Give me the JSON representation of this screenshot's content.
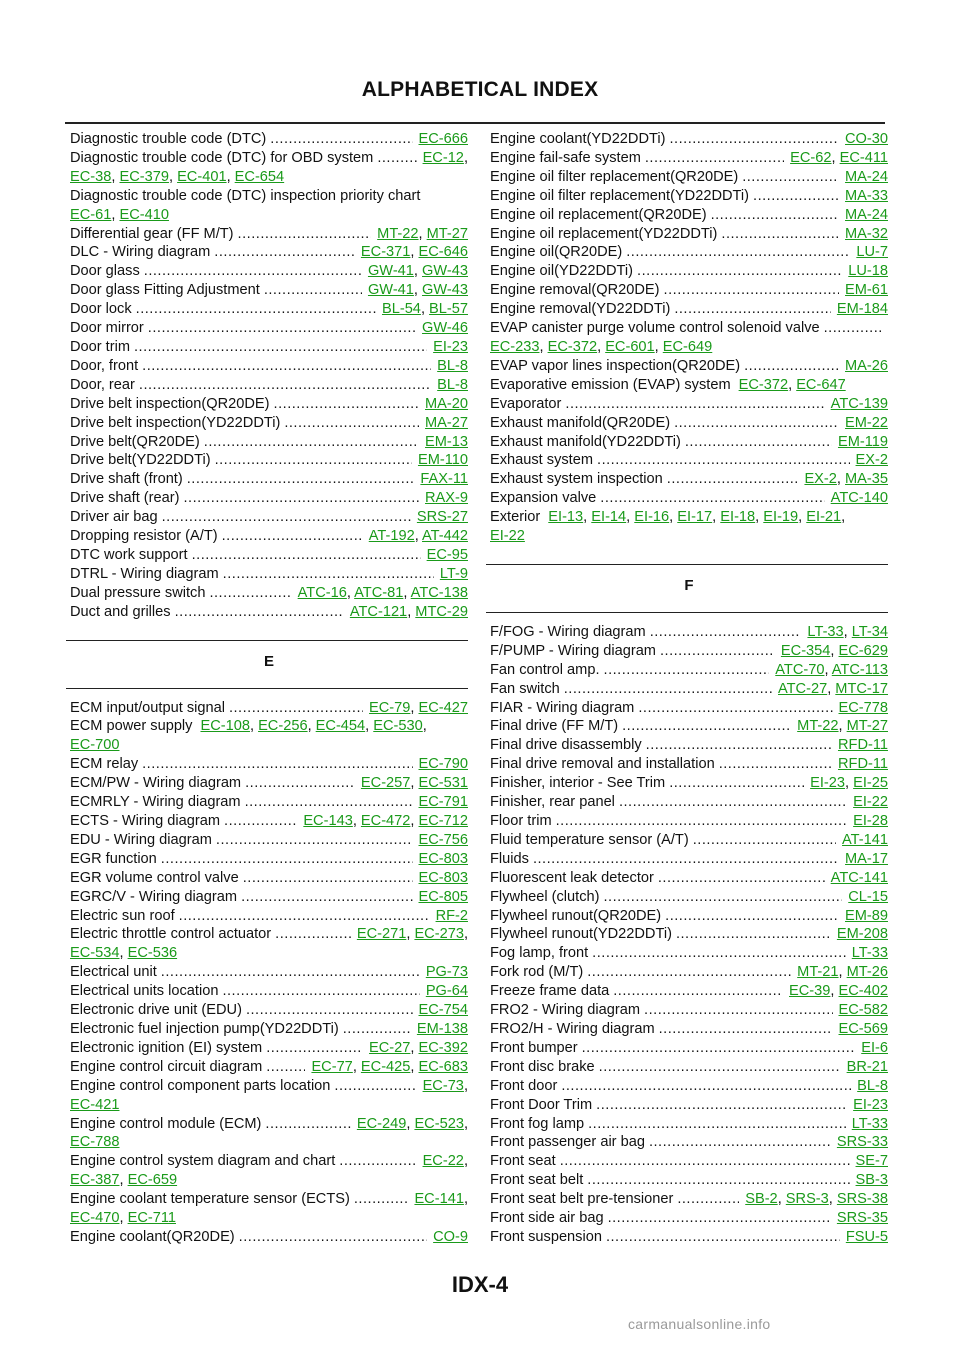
{
  "title": "ALPHABETICAL INDEX",
  "page_number": "IDX-4",
  "watermark": "carmanualsonline.info",
  "colors": {
    "link": "#1a9a1a",
    "text": "#111111"
  },
  "left_column": [
    {
      "term": "Diagnostic trouble code (DTC)",
      "refs": [
        "EC-666"
      ]
    },
    {
      "term": "Diagnostic trouble code (DTC) for OBD system",
      "refs": [
        "EC-12"
      ],
      "cont": [
        "EC-38",
        "EC-379",
        "EC-401",
        "EC-654"
      ]
    },
    {
      "term": "Diagnostic trouble code (DTC) inspection priority chart",
      "refs": [],
      "nodots": true,
      "cont": [
        "EC-61",
        "EC-410"
      ]
    },
    {
      "term": "Differential gear (FF M/T)",
      "refs": [
        "MT-22",
        "MT-27"
      ]
    },
    {
      "term": "DLC - Wiring diagram",
      "refs": [
        "EC-371",
        "EC-646"
      ]
    },
    {
      "term": "Door glass",
      "refs": [
        "GW-41",
        "GW-43"
      ]
    },
    {
      "term": "Door glass Fitting Adjustment",
      "refs": [
        "GW-41",
        "GW-43"
      ]
    },
    {
      "term": "Door lock",
      "refs": [
        "BL-54",
        "BL-57"
      ]
    },
    {
      "term": "Door mirror",
      "refs": [
        "GW-46"
      ]
    },
    {
      "term": "Door trim",
      "refs": [
        "EI-23"
      ]
    },
    {
      "term": "Door, front",
      "refs": [
        "BL-8"
      ]
    },
    {
      "term": "Door, rear",
      "refs": [
        "BL-8"
      ]
    },
    {
      "term": "Drive belt inspection(QR20DE)",
      "refs": [
        "MA-20"
      ]
    },
    {
      "term": "Drive belt inspection(YD22DDTi)",
      "refs": [
        "MA-27"
      ]
    },
    {
      "term": "Drive belt(QR20DE)",
      "refs": [
        "EM-13"
      ]
    },
    {
      "term": "Drive belt(YD22DDTi)",
      "refs": [
        "EM-110"
      ]
    },
    {
      "term": "Drive shaft (front)",
      "refs": [
        "FAX-11"
      ]
    },
    {
      "term": "Drive shaft (rear)",
      "refs": [
        "RAX-9"
      ]
    },
    {
      "term": "Driver air bag",
      "refs": [
        "SRS-27"
      ]
    },
    {
      "term": "Dropping resistor (A/T)",
      "refs": [
        "AT-192",
        "AT-442"
      ]
    },
    {
      "term": "DTC work support",
      "refs": [
        "EC-95"
      ]
    },
    {
      "term": "DTRL - Wiring diagram",
      "refs": [
        "LT-9"
      ]
    },
    {
      "term": "Dual pressure switch",
      "refs": [
        "ATC-16",
        "ATC-81",
        "ATC-138"
      ]
    },
    {
      "term": "Duct and grilles",
      "refs": [
        "ATC-121",
        "MTC-29"
      ]
    },
    {
      "section": "E"
    },
    {
      "term": "ECM input/output signal",
      "refs": [
        "EC-79",
        "EC-427"
      ]
    },
    {
      "term": "ECM power supply",
      "refs": [
        "EC-108",
        "EC-256",
        "EC-454",
        "EC-530"
      ],
      "nodots": true,
      "cont": [
        "EC-700"
      ]
    },
    {
      "term": "ECM relay",
      "refs": [
        "EC-790"
      ]
    },
    {
      "term": "ECM/PW - Wiring diagram",
      "refs": [
        "EC-257",
        "EC-531"
      ]
    },
    {
      "term": "ECMRLY - Wiring diagram",
      "refs": [
        "EC-791"
      ]
    },
    {
      "term": "ECTS - Wiring diagram",
      "refs": [
        "EC-143",
        "EC-472",
        "EC-712"
      ]
    },
    {
      "term": "EDU - Wiring diagram",
      "refs": [
        "EC-756"
      ]
    },
    {
      "term": "EGR function",
      "refs": [
        "EC-803"
      ]
    },
    {
      "term": "EGR volume control valve",
      "refs": [
        "EC-803"
      ]
    },
    {
      "term": "EGRC/V - Wiring diagram",
      "refs": [
        "EC-805"
      ]
    },
    {
      "term": "Electric sun roof",
      "refs": [
        "RF-2"
      ]
    },
    {
      "term": "Electric throttle control actuator",
      "refs": [
        "EC-271",
        "EC-273"
      ],
      "cont": [
        "EC-534",
        "EC-536"
      ]
    },
    {
      "term": "Electrical unit",
      "refs": [
        "PG-73"
      ]
    },
    {
      "term": "Electrical units location",
      "refs": [
        "PG-64"
      ]
    },
    {
      "term": "Electronic drive unit (EDU)",
      "refs": [
        "EC-754"
      ]
    },
    {
      "term": "Electronic fuel injection pump(YD22DDTi)",
      "refs": [
        "EM-138"
      ]
    },
    {
      "term": "Electronic ignition (EI) system",
      "refs": [
        "EC-27",
        "EC-392"
      ]
    },
    {
      "term": "Engine control circuit diagram",
      "refs": [
        "EC-77",
        "EC-425",
        "EC-683"
      ]
    },
    {
      "term": "Engine control component parts location",
      "refs": [
        "EC-73"
      ],
      "cont": [
        "EC-421"
      ]
    },
    {
      "term": "Engine control module (ECM)",
      "refs": [
        "EC-249",
        "EC-523"
      ],
      "cont": [
        "EC-788"
      ]
    },
    {
      "term": "Engine control system diagram and chart",
      "refs": [
        "EC-22"
      ],
      "cont": [
        "EC-387",
        "EC-659"
      ]
    },
    {
      "term": "Engine coolant temperature sensor (ECTS)",
      "refs": [
        "EC-141"
      ],
      "cont": [
        "EC-470",
        "EC-711"
      ]
    },
    {
      "term": "Engine coolant(QR20DE)",
      "refs": [
        "CO-9"
      ]
    }
  ],
  "right_column": [
    {
      "term": "Engine coolant(YD22DDTi)",
      "refs": [
        "CO-30"
      ]
    },
    {
      "term": "Engine fail-safe system",
      "refs": [
        "EC-62",
        "EC-411"
      ]
    },
    {
      "term": "Engine oil filter replacement(QR20DE)",
      "refs": [
        "MA-24"
      ]
    },
    {
      "term": "Engine oil filter replacement(YD22DDTi)",
      "refs": [
        "MA-33"
      ]
    },
    {
      "term": "Engine oil replacement(QR20DE)",
      "refs": [
        "MA-24"
      ]
    },
    {
      "term": "Engine oil replacement(YD22DDTi)",
      "refs": [
        "MA-32"
      ]
    },
    {
      "term": "Engine oil(QR20DE)",
      "refs": [
        "LU-7"
      ]
    },
    {
      "term": "Engine oil(YD22DDTi)",
      "refs": [
        "LU-18"
      ]
    },
    {
      "term": "Engine removal(QR20DE)",
      "refs": [
        "EM-61"
      ]
    },
    {
      "term": "Engine removal(YD22DDTi)",
      "refs": [
        "EM-184"
      ]
    },
    {
      "term": "EVAP canister purge volume control solenoid valve",
      "refs": [],
      "cont": [
        "EC-233",
        "EC-372",
        "EC-601",
        "EC-649"
      ]
    },
    {
      "term": "EVAP vapor lines inspection(QR20DE)",
      "refs": [
        "MA-26"
      ]
    },
    {
      "term": "Evaporative emission (EVAP) system",
      "refs": [
        "EC-372",
        "EC-647"
      ],
      "nodots": true
    },
    {
      "term": "Evaporator",
      "refs": [
        "ATC-139"
      ]
    },
    {
      "term": "Exhaust manifold(QR20DE)",
      "refs": [
        "EM-22"
      ]
    },
    {
      "term": "Exhaust manifold(YD22DDTi)",
      "refs": [
        "EM-119"
      ]
    },
    {
      "term": "Exhaust system",
      "refs": [
        "EX-2"
      ]
    },
    {
      "term": "Exhaust system inspection",
      "refs": [
        "EX-2",
        "MA-35"
      ]
    },
    {
      "term": "Expansion valve",
      "refs": [
        "ATC-140"
      ]
    },
    {
      "term": "Exterior",
      "refs": [
        "EI-13",
        "EI-14",
        "EI-16",
        "EI-17",
        "EI-18",
        "EI-19",
        "EI-21"
      ],
      "nodots": true,
      "trail": ",",
      "cont": [
        "EI-22"
      ]
    },
    {
      "section": "F"
    },
    {
      "term": "F/FOG - Wiring diagram",
      "refs": [
        "LT-33",
        "LT-34"
      ]
    },
    {
      "term": "F/PUMP - Wiring diagram",
      "refs": [
        "EC-354",
        "EC-629"
      ]
    },
    {
      "term": "Fan control amp.",
      "refs": [
        "ATC-70",
        "ATC-113"
      ]
    },
    {
      "term": "Fan switch",
      "refs": [
        "ATC-27",
        "MTC-17"
      ]
    },
    {
      "term": "FIAR - Wiring diagram",
      "refs": [
        "EC-778"
      ]
    },
    {
      "term": "Final drive (FF M/T)",
      "refs": [
        "MT-22",
        "MT-27"
      ]
    },
    {
      "term": "Final drive disassembly",
      "refs": [
        "RFD-11"
      ]
    },
    {
      "term": "Final drive removal and installation",
      "refs": [
        "RFD-11"
      ]
    },
    {
      "term": "Finisher, interior - See Trim",
      "refs": [
        "EI-23",
        "EI-25"
      ]
    },
    {
      "term": "Finisher, rear panel",
      "refs": [
        "EI-22"
      ]
    },
    {
      "term": "Floor trim",
      "refs": [
        "EI-28"
      ]
    },
    {
      "term": "Fluid temperature sensor (A/T)",
      "refs": [
        "AT-141"
      ]
    },
    {
      "term": "Fluids",
      "refs": [
        "MA-17"
      ]
    },
    {
      "term": "Fluorescent leak detector",
      "refs": [
        "ATC-141"
      ]
    },
    {
      "term": "Flywheel (clutch)",
      "refs": [
        "CL-15"
      ]
    },
    {
      "term": "Flywheel runout(QR20DE)",
      "refs": [
        "EM-89"
      ]
    },
    {
      "term": "Flywheel runout(YD22DDTi)",
      "refs": [
        "EM-208"
      ]
    },
    {
      "term": "Fog lamp, front",
      "refs": [
        "LT-33"
      ]
    },
    {
      "term": "Fork rod (M/T)",
      "refs": [
        "MT-21",
        "MT-26"
      ]
    },
    {
      "term": "Freeze frame data",
      "refs": [
        "EC-39",
        "EC-402"
      ]
    },
    {
      "term": "FRO2 - Wiring diagram",
      "refs": [
        "EC-582"
      ]
    },
    {
      "term": "FRO2/H - Wiring diagram",
      "refs": [
        "EC-569"
      ]
    },
    {
      "term": "Front bumper",
      "refs": [
        "EI-6"
      ]
    },
    {
      "term": "Front disc brake",
      "refs": [
        "BR-21"
      ]
    },
    {
      "term": "Front door",
      "refs": [
        "BL-8"
      ]
    },
    {
      "term": "Front Door Trim",
      "refs": [
        "EI-23"
      ]
    },
    {
      "term": "Front fog lamp",
      "refs": [
        "LT-33"
      ]
    },
    {
      "term": "Front passenger air bag",
      "refs": [
        "SRS-33"
      ]
    },
    {
      "term": "Front seat",
      "refs": [
        "SE-7"
      ]
    },
    {
      "term": "Front seat belt",
      "refs": [
        "SB-3"
      ]
    },
    {
      "term": "Front seat belt pre-tensioner",
      "refs": [
        "SB-2",
        "SRS-3",
        "SRS-38"
      ]
    },
    {
      "term": "Front side air bag",
      "refs": [
        "SRS-35"
      ]
    },
    {
      "term": "Front suspension",
      "refs": [
        "FSU-5"
      ]
    }
  ]
}
